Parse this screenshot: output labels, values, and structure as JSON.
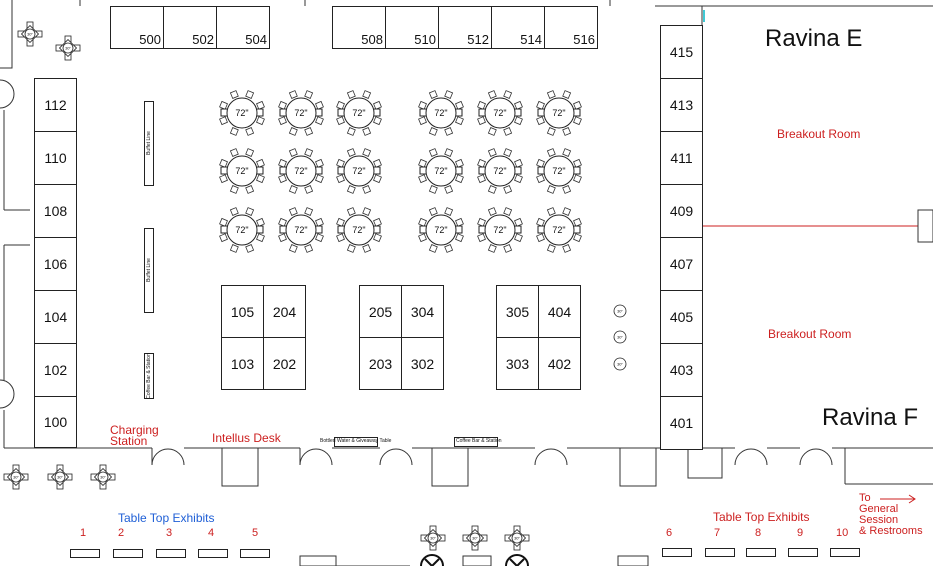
{
  "rooms": {
    "ravina_e": "Ravina E",
    "ravina_f": "Ravina F"
  },
  "breakout_labels": [
    "Breakout Room",
    "Breakout Room"
  ],
  "top_booths_left": [
    "500",
    "502",
    "504"
  ],
  "top_booths_right": [
    "508",
    "510",
    "512",
    "514",
    "516"
  ],
  "left_booths": [
    "112",
    "110",
    "108",
    "106",
    "104",
    "102",
    "100"
  ],
  "right_booths": [
    "415",
    "413",
    "411",
    "409",
    "407",
    "405",
    "403",
    "401"
  ],
  "island_a": [
    "105",
    "204",
    "103",
    "202"
  ],
  "island_b": [
    "205",
    "304",
    "203",
    "302"
  ],
  "island_c": [
    "305",
    "404",
    "303",
    "402"
  ],
  "round_table_size": "72\"",
  "cocktail_table_size": "30\"",
  "charging_station": {
    "line1": "Charging",
    "line2": "Station"
  },
  "intellus_desk": "Intellus Desk",
  "buffet_label": "Buffet Line",
  "coffee_station_vertical": "Coffee Bar & Station",
  "water_table": "Bottled Water & Giveaway Table",
  "coffee_station": "Coffee Bar & Station",
  "exhibits_left_title": "Table Top Exhibits",
  "exhibits_left": [
    "1",
    "2",
    "3",
    "4",
    "5"
  ],
  "exhibits_right_title": "Table Top Exhibits",
  "exhibits_right": [
    "6",
    "7",
    "8",
    "9",
    "10"
  ],
  "directions": {
    "line1": "To",
    "line2": "General",
    "line3": "Session",
    "line4": "& Restrooms"
  },
  "colors": {
    "label_red": "#cc1f1f",
    "label_blue": "#1f5fd6",
    "outline": "#222222"
  }
}
